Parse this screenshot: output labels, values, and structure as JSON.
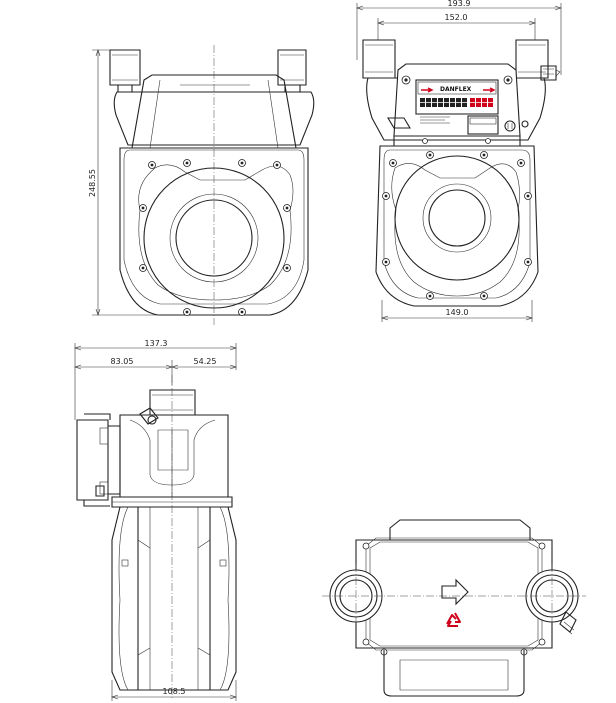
{
  "dimensions": {
    "height_front": "248.55",
    "overall_width_front": "193.9",
    "width_nozzles": "152.0",
    "body_width_bottom": "149.0",
    "side_overall": "137.3",
    "side_left": "83.05",
    "side_right": "54.25",
    "side_bottom": "108.5"
  },
  "meter": {
    "brand": "DANFLEX"
  },
  "colors": {
    "line": "#222222",
    "accent_red": "#d0021b"
  },
  "icons": {
    "flow_arrow": "arrow-right-outline-icon",
    "recycle": "recycle-icon"
  }
}
